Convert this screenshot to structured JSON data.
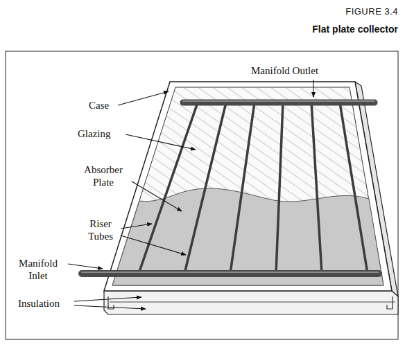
{
  "diagram": {
    "title": "Flat plate collector",
    "labels": [
      "FIGURE 3.4",
      "Manifold Outlet",
      "Case",
      "Glazing",
      "Absorber Plate",
      "Riser Tubes",
      "Manifold Inlet",
      "Insulation"
    ]
  }
}
